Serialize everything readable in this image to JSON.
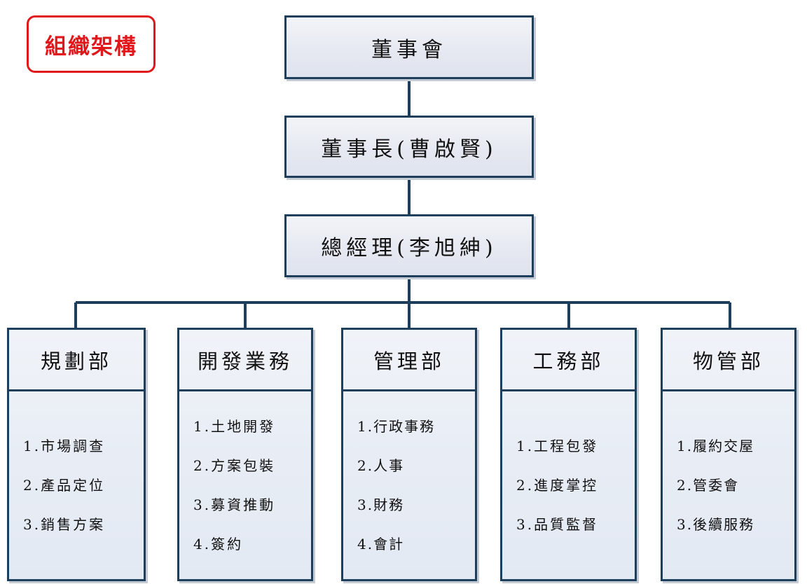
{
  "badge": {
    "label": "組織架構",
    "color": "#e0181b"
  },
  "colors": {
    "line": "#1e3f5c",
    "box_fill": "#e6e9f1"
  },
  "top": [
    {
      "label": "董事會"
    },
    {
      "label": "董事長(曹啟賢)"
    },
    {
      "label": "總經理(李旭紳)"
    }
  ],
  "departments": [
    {
      "name": "規劃部",
      "duties": [
        "1.市場調查",
        "2.產品定位",
        "3.銷售方案"
      ]
    },
    {
      "name": "開發業務",
      "duties": [
        "1.土地開發",
        "2.方案包裝",
        "3.募資推動",
        "4.簽約"
      ]
    },
    {
      "name": "管理部",
      "duties": [
        "1.行政事務",
        "2.人事",
        "3.財務",
        "4.會計"
      ]
    },
    {
      "name": "工務部",
      "duties": [
        "1.工程包發",
        "2.進度掌控",
        "3.品質監督"
      ]
    },
    {
      "name": "物管部",
      "duties": [
        "1.履約交屋",
        "2.管委會",
        "3.後續服務"
      ]
    }
  ]
}
